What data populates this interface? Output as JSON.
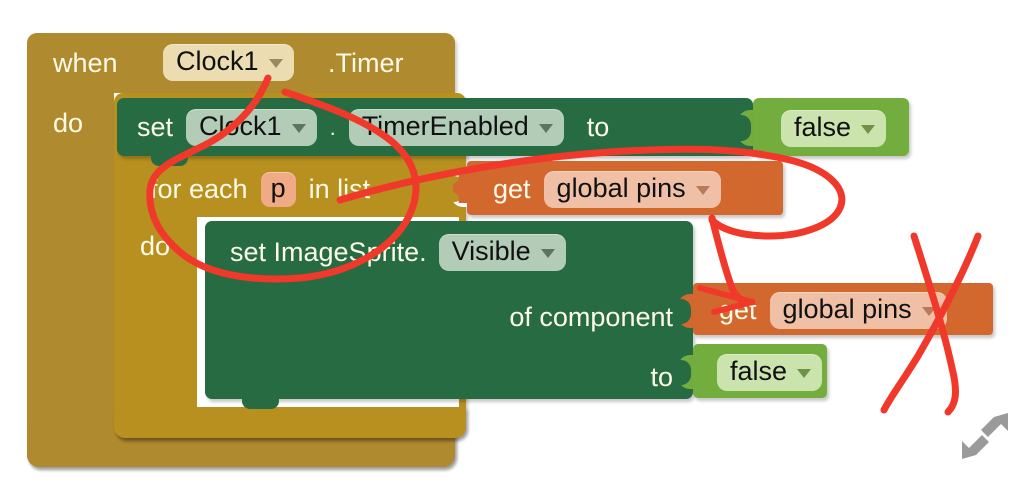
{
  "editor": {
    "name": "blocks-editor-canvas",
    "background": "#ffffff"
  },
  "colors": {
    "event_block_gold": "#b08a2e",
    "control_block_gold": "#b79020",
    "setter_block_green": "#266b42",
    "logic_block_lime": "#73ad3e",
    "variable_block_orange": "#d2682e",
    "annotation_red": "#f0392b",
    "field_gold": "#ecdcb2",
    "field_green": "#b3ccb8",
    "field_orange": "#f0c0a6",
    "field_lime": "#cbe4ae",
    "field_salmon": "#f0ab86",
    "text_light": "#fdfbe8",
    "text_dark": "#111111",
    "resize_handle_gray": "#9a9a9a"
  },
  "blocks": {
    "when_event": {
      "keyword": "when",
      "component": "Clock1",
      "event_suffix": ".Timer",
      "do_label": "do"
    },
    "set_clock": {
      "keyword": "set",
      "component": "Clock1",
      "dot": ".",
      "property": "TimerEnabled",
      "to_label": "to"
    },
    "false_value_1": {
      "value": "false"
    },
    "for_each": {
      "prefix": "for each",
      "variable": "p",
      "in_list_label": "in list",
      "do_label": "do"
    },
    "get_pins_1": {
      "keyword": "get",
      "variable": "global pins"
    },
    "set_sprite": {
      "keyword": "set ImageSprite.",
      "property": "Visible",
      "of_component_label": "of component",
      "to_label": "to"
    },
    "get_pins_2": {
      "keyword": "get",
      "variable": "global pins"
    },
    "false_value_2": {
      "value": "false"
    }
  },
  "annotations": {
    "loop_mark": "red-circle-around-for-each",
    "arrow_mark": "red-arrow-to-get-global-pins",
    "cross_mark": "red-x-over-second-get-global-pins"
  },
  "icons": {
    "caret": "chevron-down-icon",
    "resize": "resize-diagonal-icon"
  }
}
